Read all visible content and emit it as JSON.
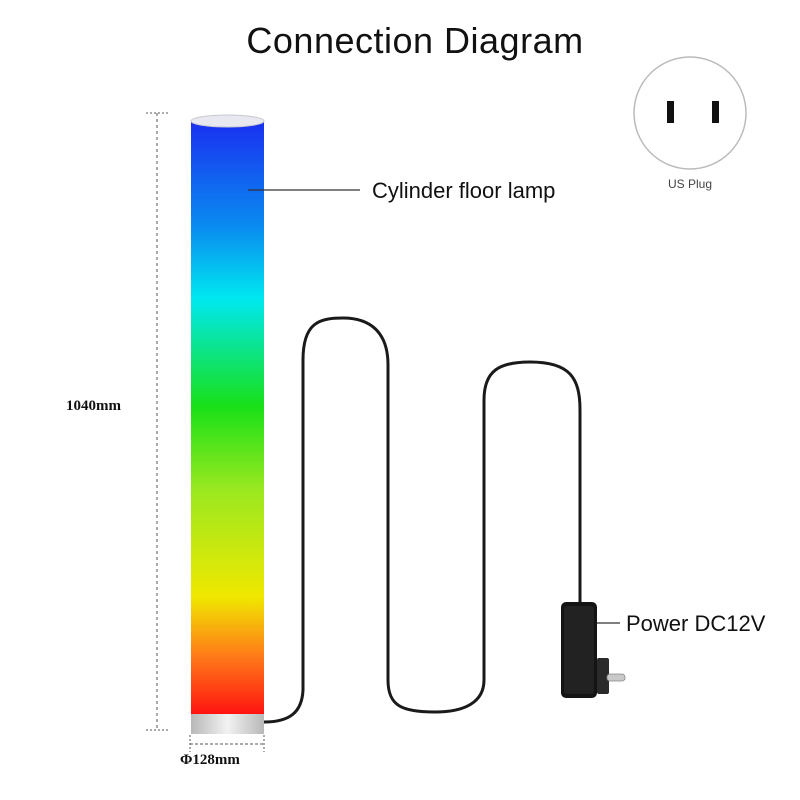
{
  "title": "Connection Diagram",
  "labels": {
    "lamp": "Cylinder floor lamp",
    "power": "Power DC12V",
    "height": "1040mm",
    "diameter": "Φ128mm",
    "plug": "US Plug"
  },
  "icons": {
    "plug": "us-plug-icon",
    "adapter": "power-adapter-icon"
  },
  "colors": {
    "gradient_top": "#1a2ff0",
    "gradient_cyan": "#00e8f0",
    "gradient_green": "#18e018",
    "gradient_yellow": "#f0e800",
    "gradient_bottom": "#ff1010",
    "cable": "#1a1a1a"
  }
}
